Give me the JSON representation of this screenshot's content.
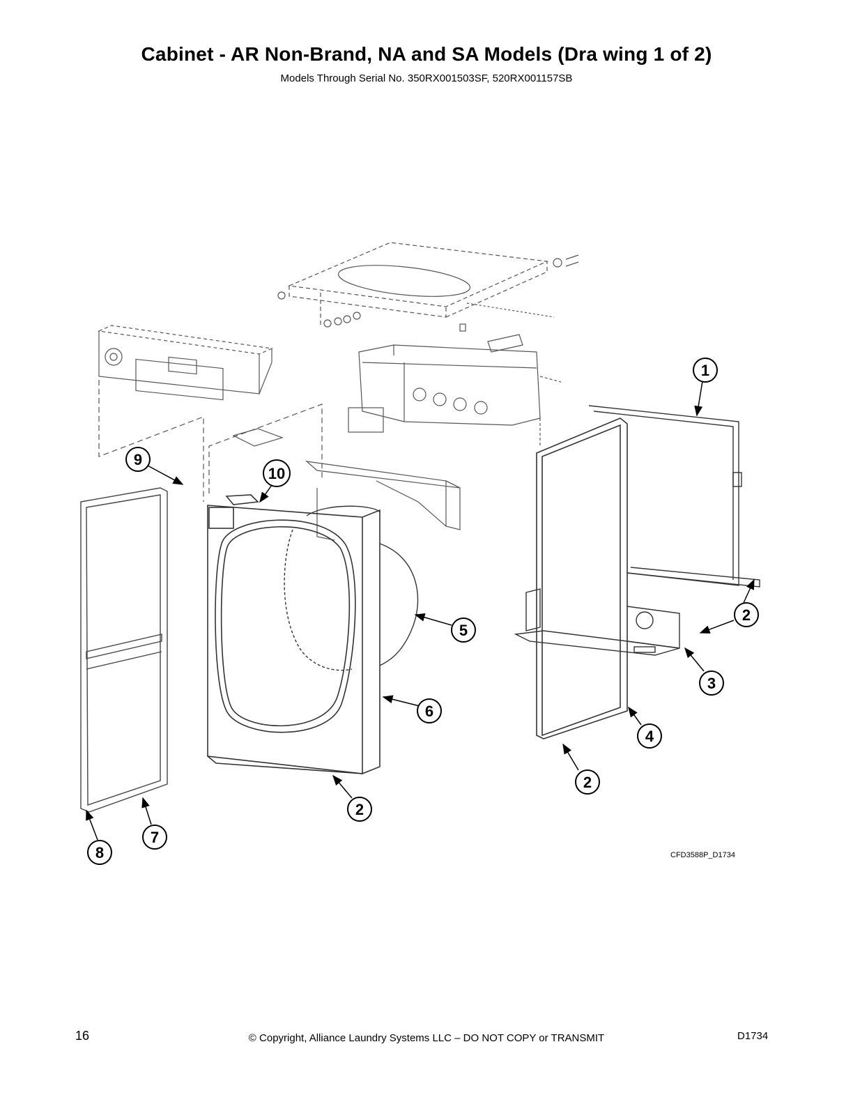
{
  "header": {
    "title": "Cabinet - AR Non-Brand, NA and SA Models (Dra wing 1 of 2)",
    "subtitle": "Models Through Serial No. 350RX001503SF, 520RX001157SB"
  },
  "diagram": {
    "drawing_code": "CFD3588P_D1734",
    "callouts": [
      {
        "label": "1"
      },
      {
        "label": "2"
      },
      {
        "label": "2"
      },
      {
        "label": "2"
      },
      {
        "label": "3"
      },
      {
        "label": "4"
      },
      {
        "label": "5"
      },
      {
        "label": "6"
      },
      {
        "label": "7"
      },
      {
        "label": "8"
      },
      {
        "label": "9"
      },
      {
        "label": "10"
      }
    ]
  },
  "footer": {
    "page_number": "16",
    "copyright": "© Copyright, Alliance Laundry Systems LLC – DO NOT COPY or TRANSMIT",
    "doc_code": "D1734"
  }
}
